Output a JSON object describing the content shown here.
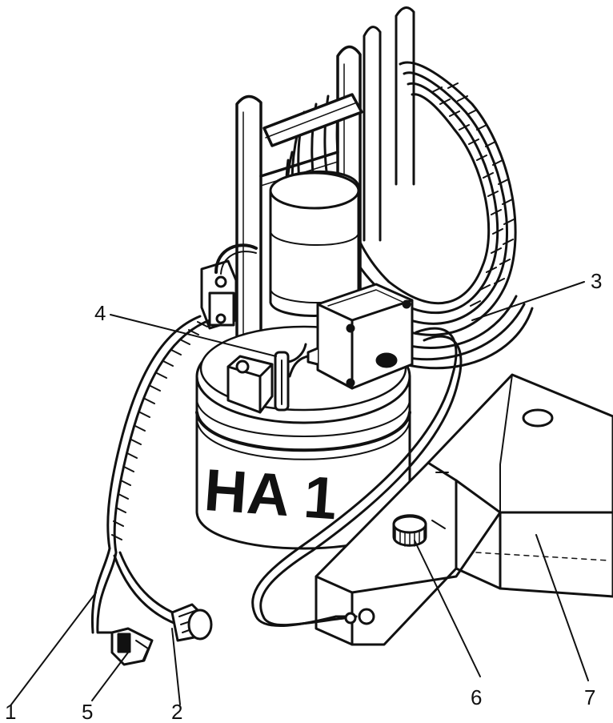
{
  "drawing": {
    "unit_marking": "HA 1",
    "callouts": [
      {
        "id": "1",
        "text": "1"
      },
      {
        "id": "2",
        "text": "2"
      },
      {
        "id": "3",
        "text": "3"
      },
      {
        "id": "4",
        "text": "4"
      },
      {
        "id": "5",
        "text": "5"
      },
      {
        "id": "6",
        "text": "6"
      },
      {
        "id": "7",
        "text": "7"
      }
    ]
  }
}
